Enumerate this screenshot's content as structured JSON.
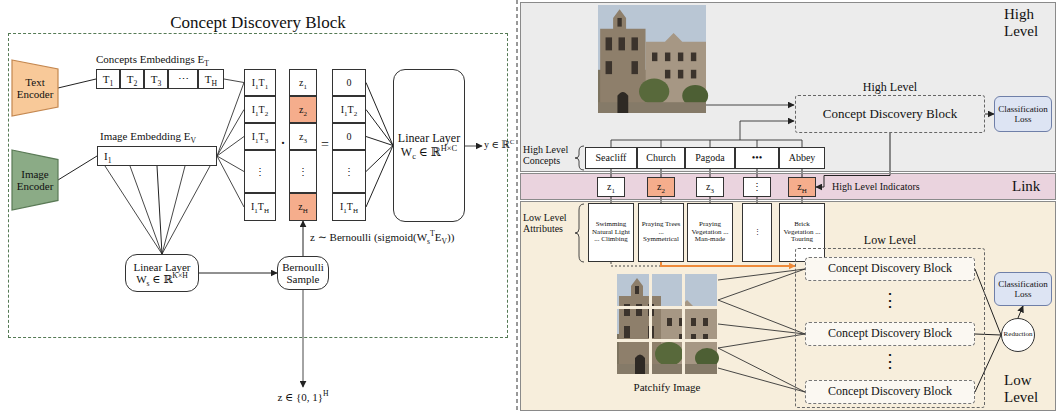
{
  "diagram": {
    "nodes": [
      {
        "text": [
          "Concept Discovery Block"
        ]
      },
      {
        "text": [
          "Text Encoder"
        ],
        "in": 0
      },
      {
        "text": [
          "Image Encoder"
        ],
        "in": 0
      },
      {
        "text": [
          "T1"
        ],
        "in": 0
      },
      {
        "text": [
          "T2"
        ],
        "in": 0
      },
      {
        "text": [
          "T3"
        ],
        "in": 0
      },
      {
        "text": [
          "⋯"
        ],
        "in": 0
      },
      {
        "text": [
          "TH"
        ],
        "in": 0
      },
      {
        "text": [
          "I1"
        ],
        "in": 0
      },
      {
        "text": [
          "I1T1"
        ],
        "in": 0
      },
      {
        "text": [
          "I1T2"
        ],
        "in": 0
      },
      {
        "text": [
          "I1T3"
        ],
        "in": 0
      },
      {
        "text": [
          "⋮"
        ],
        "in": 0
      },
      {
        "text": [
          "I1TH"
        ],
        "in": 0
      },
      {
        "text": [
          "z1"
        ],
        "in": 0
      },
      {
        "text": [
          "z2"
        ],
        "in": 0
      },
      {
        "text": [
          "z3"
        ],
        "in": 0
      },
      {
        "text": [
          "⋮"
        ],
        "in": 0
      },
      {
        "text": [
          "zH"
        ],
        "in": 0
      },
      {
        "text": [
          "0"
        ],
        "in": 0
      },
      {
        "text": [
          "I1T2"
        ],
        "in": 0
      },
      {
        "text": [
          "0"
        ],
        "in": 0
      },
      {
        "text": [
          "⋮"
        ],
        "in": 0
      },
      {
        "text": [
          "I1TH"
        ],
        "in": 0
      },
      {
        "text": [
          "Linear Layer",
          "Wc ∈ ℝH×C"
        ],
        "in": 0
      },
      {
        "text": [
          "Linear Layer",
          "Ws ∈ ℝK×H"
        ],
        "in": 0
      },
      {
        "text": [
          "Bernoulli Sample"
        ],
        "in": 0
      },
      {
        "text": [
          "High Level"
        ]
      },
      {
        "text": [
          "High Level",
          "Concept Discovery Block"
        ],
        "in": 27
      },
      {
        "text": [
          "Classification Loss"
        ],
        "in": 27
      },
      {
        "text": [
          "Seacliff"
        ],
        "in": 27
      },
      {
        "text": [
          "Church"
        ],
        "in": 27
      },
      {
        "text": [
          "Pagoda"
        ],
        "in": 27
      },
      {
        "text": [
          "•••"
        ],
        "in": 27
      },
      {
        "text": [
          "Abbey"
        ],
        "in": 27
      },
      {
        "text": [
          "Link"
        ]
      },
      {
        "text": [
          "z1"
        ],
        "in": 35
      },
      {
        "text": [
          "z2"
        ],
        "in": 35
      },
      {
        "text": [
          "z3"
        ],
        "in": 35
      },
      {
        "text": [
          "⋮"
        ],
        "in": 35
      },
      {
        "text": [
          "zH"
        ],
        "in": 35
      },
      {
        "text": [
          "Low Level"
        ]
      },
      {
        "text": [
          "Swimming Natural Light ... Climbing"
        ],
        "in": 41
      },
      {
        "text": [
          "Praying Trees ... Symmetrical"
        ],
        "in": 41
      },
      {
        "text": [
          "Praying Vegetation ... Man-made"
        ],
        "in": 41
      },
      {
        "text": [
          "⋮"
        ],
        "in": 41
      },
      {
        "text": [
          "Brick Vegetation ... Touring"
        ],
        "in": 41
      },
      {
        "text": [
          "Low Level"
        ],
        "in": 41
      },
      {
        "text": [
          "Concept Discovery Block"
        ],
        "in": 47
      },
      {
        "text": [
          "Concept Discovery Block"
        ],
        "in": 47
      },
      {
        "text": [
          "Concept Discovery Block"
        ],
        "in": 47
      },
      {
        "text": [
          "Classification Loss"
        ],
        "in": 41
      },
      {
        "text": [
          "Reduction"
        ],
        "in": 41
      }
    ],
    "edges": [
      {
        "from": 1,
        "to": 3,
        "arrow": "none"
      },
      {
        "from": 2,
        "to": 8,
        "arrow": "none"
      },
      {
        "from": 8,
        "to": 25,
        "arrow": "none"
      },
      {
        "from": 25,
        "to": 26,
        "arrow": "to"
      },
      {
        "from": 26,
        "to": 18,
        "arrow": "to"
      },
      {
        "from": 19,
        "to": 24,
        "arrow": "none"
      },
      {
        "from": 20,
        "to": 24,
        "arrow": "none"
      },
      {
        "from": 21,
        "to": 24,
        "arrow": "none"
      },
      {
        "from": 22,
        "to": 24,
        "arrow": "none"
      },
      {
        "from": 23,
        "to": 24,
        "arrow": "none"
      },
      {
        "from": 28,
        "to": 29,
        "arrow": "to"
      },
      {
        "from": 28,
        "to": 40,
        "arrow": "to"
      },
      {
        "from": 30,
        "to": 36,
        "arrow": "none"
      },
      {
        "from": 31,
        "to": 37,
        "arrow": "none"
      },
      {
        "from": 32,
        "to": 38,
        "arrow": "none"
      },
      {
        "from": 33,
        "to": 39,
        "arrow": "none"
      },
      {
        "from": 34,
        "to": 40,
        "arrow": "none"
      },
      {
        "from": 36,
        "to": 42,
        "arrow": "none"
      },
      {
        "from": 37,
        "to": 43,
        "arrow": "none"
      },
      {
        "from": 38,
        "to": 44,
        "arrow": "none"
      },
      {
        "from": 39,
        "to": 45,
        "arrow": "none"
      },
      {
        "from": 40,
        "to": 46,
        "arrow": "none"
      },
      {
        "from": 43,
        "to": 47,
        "arrow": "to"
      },
      {
        "from": 48,
        "to": 52,
        "arrow": "none"
      },
      {
        "from": 49,
        "to": 52,
        "arrow": "none"
      },
      {
        "from": 50,
        "to": 52,
        "arrow": "none"
      },
      {
        "from": 52,
        "to": 51,
        "arrow": "to"
      }
    ],
    "labels": [
      "Concepts Embeddings ET",
      "Image Embedding EV",
      "·",
      "=",
      "y ∈ ℝC",
      "z ∼ Bernoulli (sigmoid(WsTEV))",
      "z ∈ {0, 1}H",
      "High Level Concepts",
      "High Level Indicators",
      "Low Level Attributes",
      "⋮",
      "⋮",
      "Patchify Image"
    ]
  }
}
